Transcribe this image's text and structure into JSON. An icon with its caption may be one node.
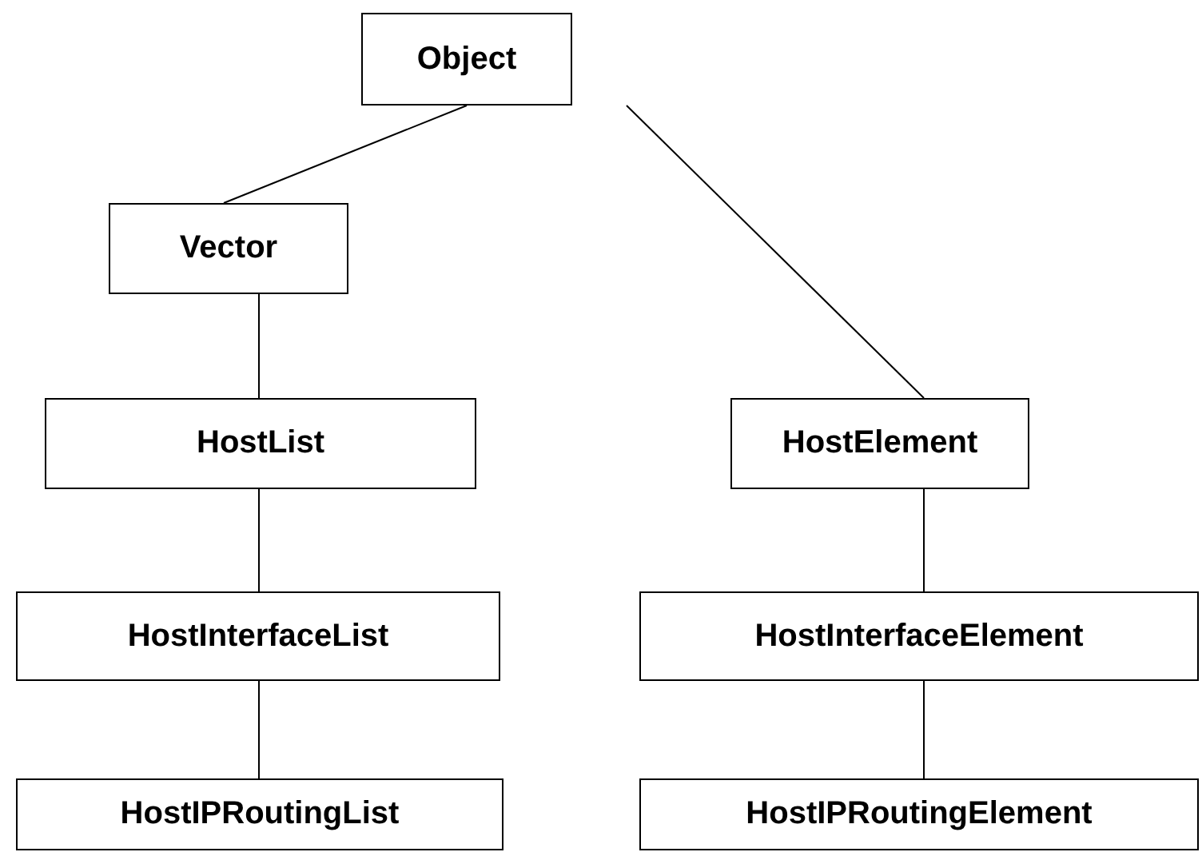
{
  "diagram": {
    "nodes": [
      {
        "text": [
          "Object"
        ]
      },
      {
        "text": [
          "Vector"
        ]
      },
      {
        "text": [
          "HostList"
        ]
      },
      {
        "text": [
          "HostInterfaceList"
        ]
      },
      {
        "text": [
          "HostIPRoutingList"
        ]
      },
      {
        "text": [
          "HostElement"
        ]
      },
      {
        "text": [
          "HostInterfaceElement"
        ]
      },
      {
        "text": [
          "HostIPRoutingElement"
        ]
      }
    ],
    "edges": [
      {
        "from": 0,
        "to": 1,
        "arrow": "none"
      },
      {
        "from": 0,
        "to": 5,
        "arrow": "none"
      },
      {
        "from": 1,
        "to": 2,
        "arrow": "none"
      },
      {
        "from": 2,
        "to": 3,
        "arrow": "none"
      },
      {
        "from": 3,
        "to": 4,
        "arrow": "none"
      },
      {
        "from": 5,
        "to": 6,
        "arrow": "none"
      },
      {
        "from": 6,
        "to": 7,
        "arrow": "none"
      }
    ]
  }
}
